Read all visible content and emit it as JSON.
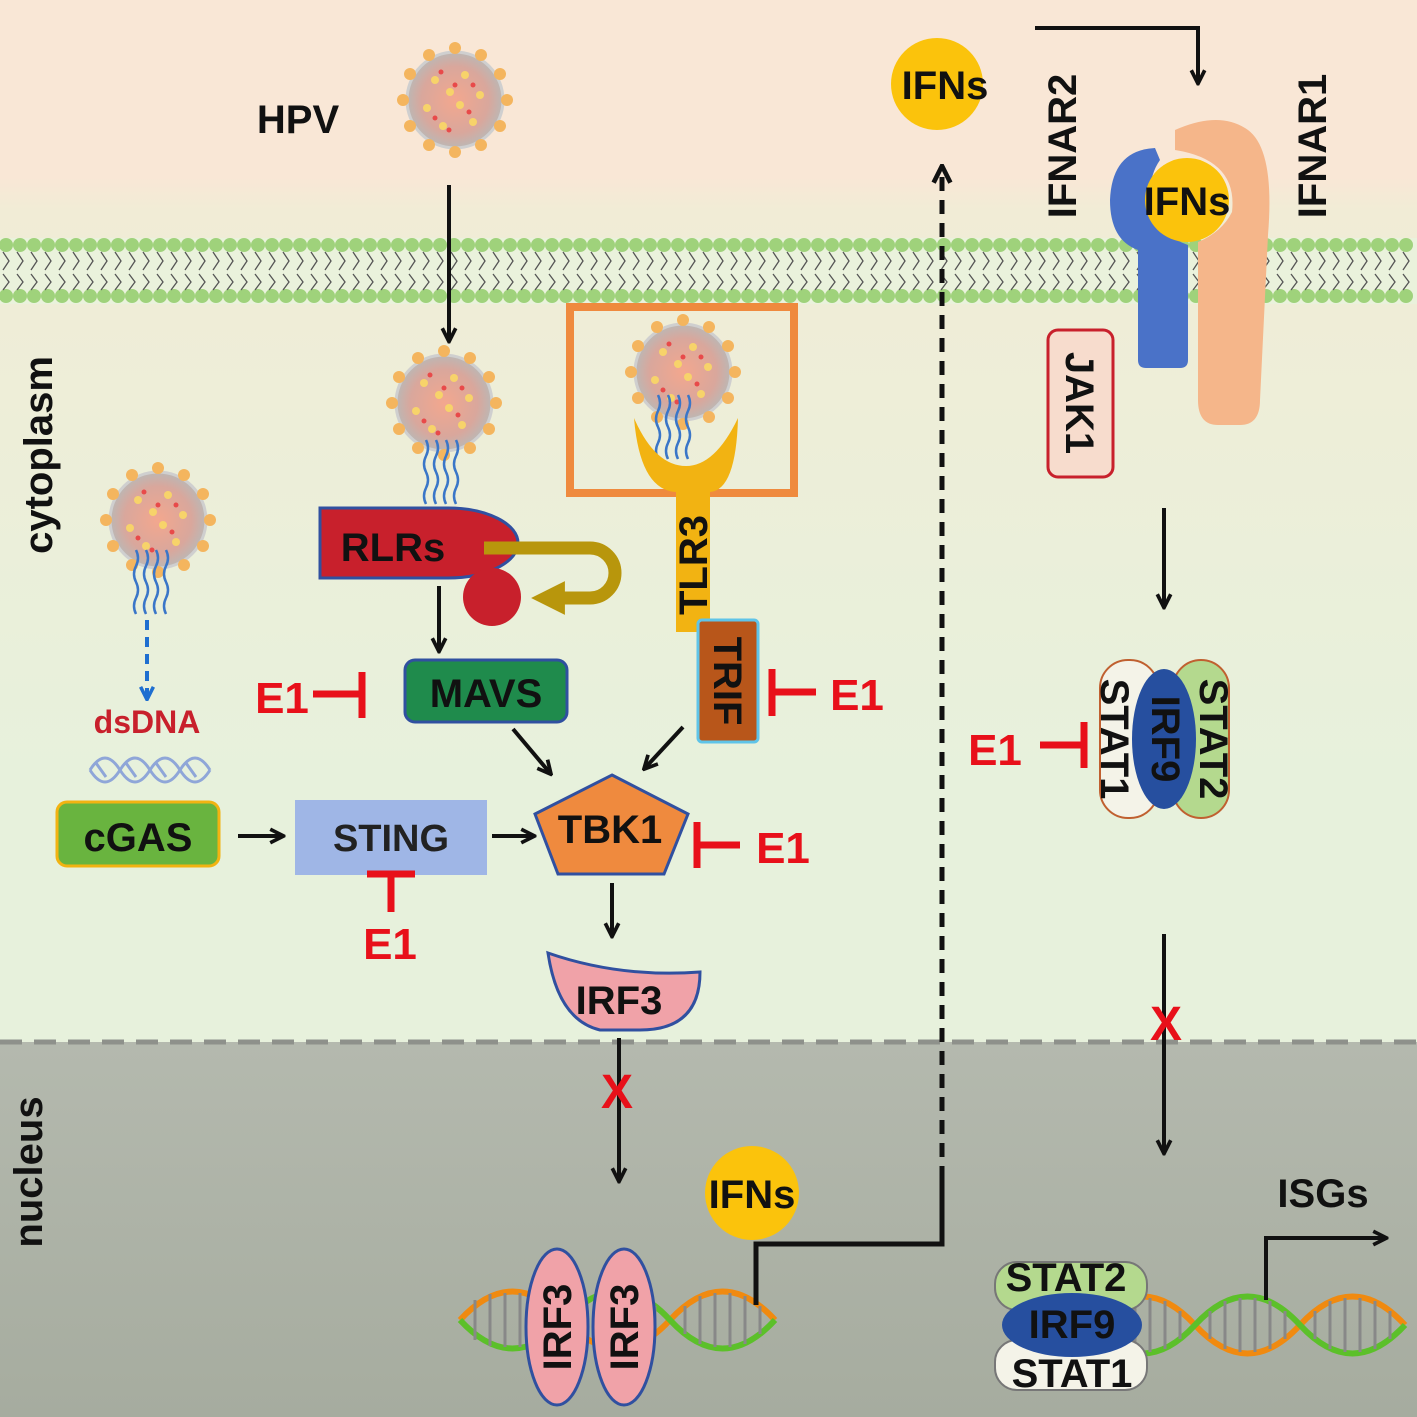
{
  "regions": {
    "cytoplasm": "cytoplasm",
    "nucleus": "nucleus"
  },
  "virus": {
    "label": "HPV",
    "name": "HPV"
  },
  "nodes": {
    "rlrs": "RLRs",
    "mavs": "MAVS",
    "trif": "TRIF",
    "tlr3": "TLR3",
    "dsdna": "dsDNA",
    "cgas": "cGAS",
    "sting": "STING",
    "tbk1": "TBK1",
    "irf3": "IRF3",
    "ifns_out": "IFNs",
    "ifns_receptor": "IFNs",
    "ifns_nucleus": "IFNs",
    "ifnar1": "IFNAR1",
    "ifnar2": "IFNAR2",
    "jak1": "JAK1",
    "stat1": "STAT1",
    "stat2": "STAT2",
    "irf9": "IRF9",
    "isgs": "ISGs"
  },
  "inhibitor": "E1",
  "blocked_mark": "X",
  "colors": {
    "extracellular": "#f9e7d6",
    "cytoplasm": "#e9f1dc",
    "nucleus": "#a7ada3",
    "membrane": "#9fd27b",
    "inhibition": "#e8101a",
    "rlrs": "#c8202c",
    "mavs": "#1f8b4c",
    "cgas": "#69b43f",
    "sting": "#9fb6e6",
    "tbk1": "#ef8a3e",
    "trif": "#b8561a",
    "tlr3": "#f2b312",
    "irf3": "#f0a2a8",
    "irf9": "#264f9f",
    "ifns": "#fbc30c",
    "ifnar1": "#f5b68a",
    "ifnar2": "#4a72c8",
    "endosome": "#ef8a3e"
  }
}
